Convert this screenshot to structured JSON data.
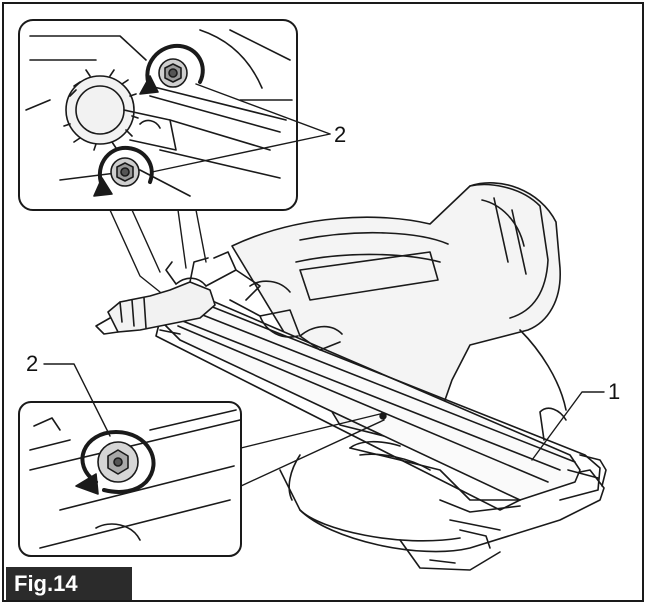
{
  "figure_label": "Fig.14",
  "callouts": {
    "top_screws": "2",
    "bottom_screw": "2",
    "magazine": "1"
  },
  "colors": {
    "line": "#1a1a1a",
    "shade": "#cfcfcf",
    "label_bg": "#2b2b2b"
  }
}
